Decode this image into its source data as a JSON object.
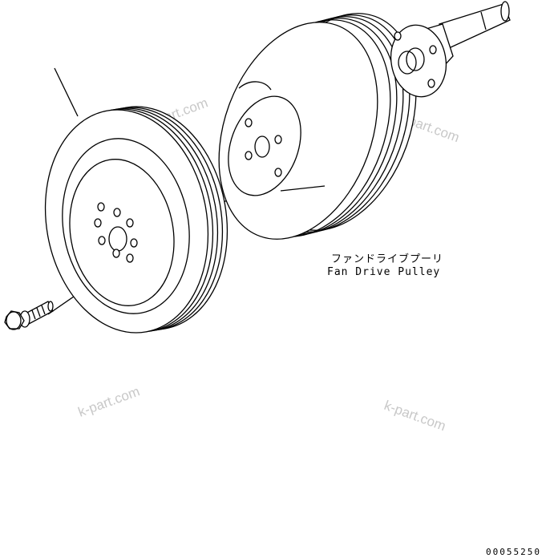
{
  "callout": {
    "japanese": "ファンドライブプーリ",
    "english": "Fan Drive Pulley"
  },
  "watermarks": [
    "k-part.com",
    "k-part.com",
    "k-part.com",
    "k-part.com"
  ],
  "drawing_code": "00055250"
}
